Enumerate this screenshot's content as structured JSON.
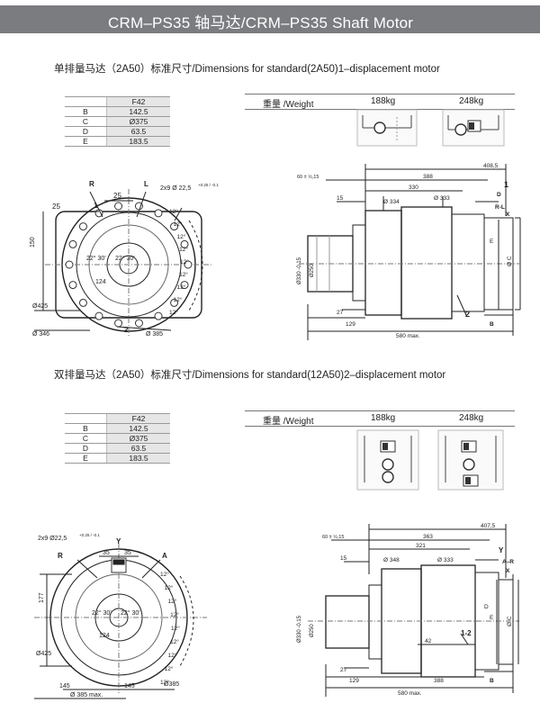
{
  "page": {
    "title": "CRM–PS35 轴马达/CRM–PS35 Shaft Motor"
  },
  "section1": {
    "title": "单排量马达（2A50）标准尺寸/Dimensions for standard(2A50)1–displacement motor",
    "table_header": "F42",
    "rows": [
      {
        "key": "B",
        "value": "142.5"
      },
      {
        "key": "C",
        "value": "Ø375"
      },
      {
        "key": "D",
        "value": "63.5"
      },
      {
        "key": "E",
        "value": "183.5"
      }
    ],
    "weight_label": "重量 /Weight",
    "weight_1": "188kg",
    "weight_2": "248kg",
    "front": {
      "R": "R",
      "L": "L",
      "one": "1",
      "two": "2",
      "d25a": "25",
      "d25b": "25",
      "bolt": "2x9 Ø 22,5",
      "bolt_tol": "+0.25 / -0.1",
      "h150": "150",
      "a1": "22° 30'",
      "a2": "22° 30'",
      "d124": "124",
      "d425": "Ø425",
      "d346": "Ø 346",
      "d385": "Ø 385",
      "twelve": "12°"
    },
    "side": {
      "l4085": "408,5",
      "l388": "388",
      "l330": "330",
      "l60": "60 ± ½,15",
      "l15": "15",
      "d334": "Ø 334",
      "d333": "Ø 333",
      "d330": "Ø330 -0.15",
      "d250": "Ø250",
      "l27": "27",
      "l129": "129",
      "l580": "580 max.",
      "one": "1",
      "two": "2",
      "D": "D",
      "RL": "R-L",
      "X": "X",
      "E": "E",
      "C": "Ø C",
      "B": "B"
    }
  },
  "section2": {
    "title": "双排量马达（2A50）标准尺寸/Dimensions for standard(12A50)2–displacement motor",
    "table_header": "F42",
    "rows": [
      {
        "key": "B",
        "value": "142.5"
      },
      {
        "key": "C",
        "value": "Ø375"
      },
      {
        "key": "D",
        "value": "63.5"
      },
      {
        "key": "E",
        "value": "183.5"
      }
    ],
    "weight_label": "重量 /Weight",
    "weight_1": "188kg",
    "weight_2": "248kg",
    "front": {
      "Y": "Y",
      "R": "R",
      "A": "A",
      "d35a": "35",
      "d35b": "35",
      "bolt": "2x9 Ø22,5",
      "bolt_tol": "+0.25 / -0.1",
      "h177": "177",
      "a1": "22° 30'",
      "a2": "22° 30'",
      "d124": "124",
      "d425": "Ø425",
      "d385": "Ø385",
      "d385max": "Ø 385 max.",
      "l145a": "145",
      "l145b": "145",
      "twelve": "12°"
    },
    "side": {
      "l4075": "407,5",
      "l363": "363",
      "l321": "321",
      "l60": "60 ± ½,15",
      "l15": "15",
      "d348": "Ø 348",
      "d333": "Ø 333",
      "d330": "Ø330 -0.15",
      "d250": "Ø250",
      "l42": "42",
      "l27": "27",
      "l129": "129",
      "l388": "388",
      "l580": "580 max.",
      "Y": "Y",
      "AR": "A–R",
      "X": "X",
      "D": "D",
      "E": "E",
      "C": "Ø C",
      "B": "B",
      "onetwo": "1-2"
    }
  }
}
